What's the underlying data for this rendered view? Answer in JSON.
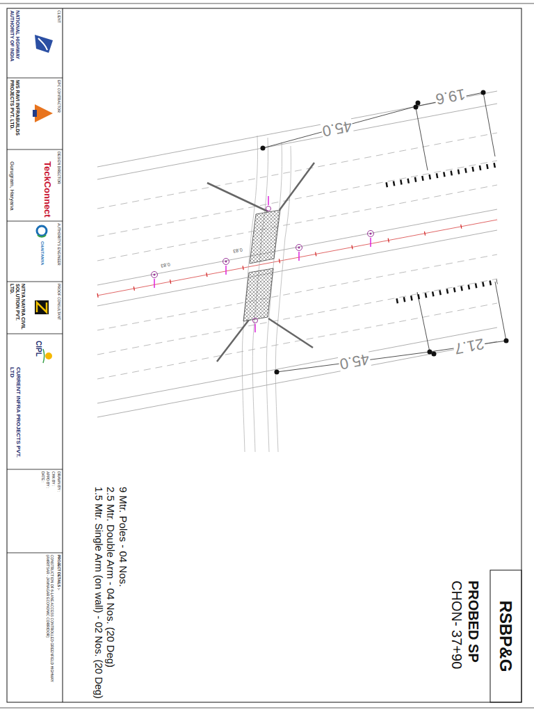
{
  "diagram": {
    "nodes": [
      {
        "text": [
          "CLIENT",
          "NATIONAL HIGHWAY AUTHORITY OF INDIA"
        ]
      },
      {
        "text": [
          "EPC CONTRACTOR",
          "M/S RAVI INFRABUILDS PROJECTS PVT. LTD."
        ]
      },
      {
        "text": [
          "DESIGN DIRECTOR",
          "TeckConnect",
          "Gurugram, Haryana"
        ]
      },
      {
        "text": [
          "AUTHORITY'S ENGINEER",
          "CHAITANYA"
        ]
      },
      {
        "text": [
          "PROOF CONSULTANT",
          "NITYA NAYRA CIVIL SOLUTION PVT. LTD."
        ]
      },
      {
        "text": [
          "CURRENT INFRA PROJECTS PVT. LTD"
        ]
      },
      {
        "text": [
          "DRAWN BY :",
          "CHK BY :",
          "APPD BY :",
          "DATE :"
        ]
      },
      {
        "text": [
          "PROJECT DETAILS :-",
          "CONSTRUCTION OF 6-LANE ACCESS CONTROLLED GREENFIELD HIGHWAY (AMRITSAR - JAMNAGAR ECONOMIC CORRIDOR)"
        ]
      },
      {
        "text": [
          "RSBP&G"
        ]
      }
    ],
    "labels": [
      "PROBED SP",
      "CHON- 37+90",
      "9 Mtr. Poles - 04 Nos.",
      "2.5 Mtr. Double Arm - 04 Nos. (20 Deg)",
      "1.5 Mtr. Single Arm (on wall) - 02 Nos. (20 Deg)",
      "19.6",
      "45.0",
      "21.7",
      "45.0",
      "0.83",
      "0.83",
      "CIPL"
    ]
  }
}
